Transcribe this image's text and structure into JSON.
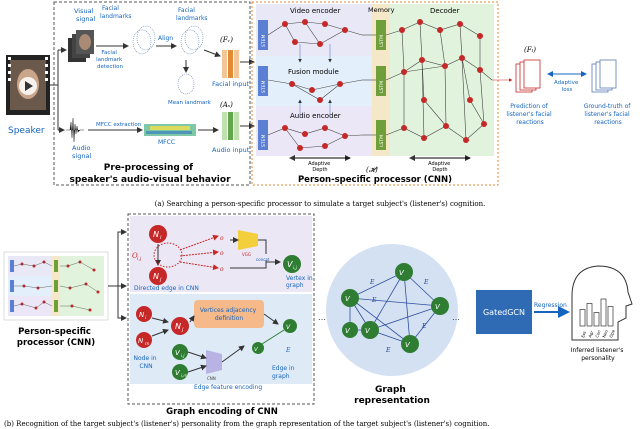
{
  "top": {
    "speaker": "Speaker",
    "visual_signal": [
      "Visual",
      "signal"
    ],
    "facial_landmarks_1": [
      "Facial",
      "landmarks"
    ],
    "facial_landmarks_2": [
      "Facial",
      "landmarks"
    ],
    "landmark_detection": [
      "Facial",
      "landmark",
      "detection"
    ],
    "align": "Align",
    "mean_landmark": "Mean landmark",
    "fv": "(Fᵥ)",
    "facial_input": "Facial input",
    "audio_signal": [
      "Audio",
      "signal"
    ],
    "mfcc_extraction": "MFCC extraction",
    "mfcc": "MFCC",
    "aa": "(Aₛ)",
    "audio_input": "Audio input",
    "preproc_title": [
      "Pre-processing of",
      "speaker's audio-visual behavior"
    ],
    "video_encoder": "Video encoder",
    "fusion_module": "Fusion module",
    "audio_encoder": "Audio encoder",
    "memory": "Memory",
    "decoder": "Decoder",
    "stem": "STEM",
    "lstm": "LSTM",
    "adaptive_depth": [
      "Adaptive",
      "Depth"
    ],
    "h_symbol": "(𝓗)",
    "processor_title": "Person-specific processor (CNN)",
    "fl": "(Fₗ)",
    "adaptive_loss": [
      "Adaptive",
      "loss"
    ],
    "prediction": [
      "Prediction of",
      "listener's facial",
      "reactions"
    ],
    "ground_truth": [
      "Ground-truth of",
      "listener's facial",
      "reactions"
    ],
    "caption_a": "(a)  Searching a person-specific processor to simulate a target subject's (listener's) cognition."
  },
  "bottom": {
    "ps_processor": [
      "Person-specific",
      "processor (CNN)"
    ],
    "directed_edge": "Directed edge in CNN",
    "vertex_in_graph": [
      "Vertex in",
      "graph"
    ],
    "vertices_adjacency": [
      "Vertices adjacency",
      "definition"
    ],
    "node_in_cnn": [
      "Node in",
      "CNN"
    ],
    "edge_feature_encoding": "Edge feature encoding",
    "edge_in_graph": [
      "Edge in",
      "graph"
    ],
    "graph_encoding_title": "Graph encoding of CNN",
    "graph_representation": [
      "Graph",
      "representation"
    ],
    "gatedgcn": "GatedGCN",
    "regression": "Regression",
    "inferred": [
      "Inferred listener's",
      "personality"
    ],
    "traits": [
      "Ext",
      "Agr",
      "Con",
      "Neu",
      "Ope"
    ],
    "vgg": "VGG",
    "concat": "concat",
    "cnn_enc": "CNN",
    "nodes": {
      "ni": "N",
      "nj": "N",
      "nm": "N"
    },
    "caption_b": "(b)  Recognition of the target subject's (listener's) personality from the graph representation of the target subject's (listener's) cognition."
  },
  "chart_data": {
    "personality_bars": {
      "categories": [
        "Ext",
        "Agr",
        "Con",
        "Neu",
        "Ope"
      ],
      "values": [
        0.55,
        0.75,
        0.45,
        0.9,
        0.65
      ]
    }
  },
  "colors": {
    "node_red": "#c62828",
    "blue_text": "#1565c0",
    "red_text": "#c62828",
    "video_bg": "#e8e8f6",
    "fusion_bg": "#e3f0fb",
    "audio_bg": "#ece7f7",
    "decoder_bg": "#e1f3dc",
    "memory_bg": "#f4e8c8",
    "stem_bg": "#5b7fd2",
    "lstm_bg": "#6f9f3a",
    "gatedgcn_bg": "#2f6bb4",
    "graph_bg": "#d4e1f3",
    "green_node": "#2e7d32",
    "dash_orange": "#e0892d"
  }
}
